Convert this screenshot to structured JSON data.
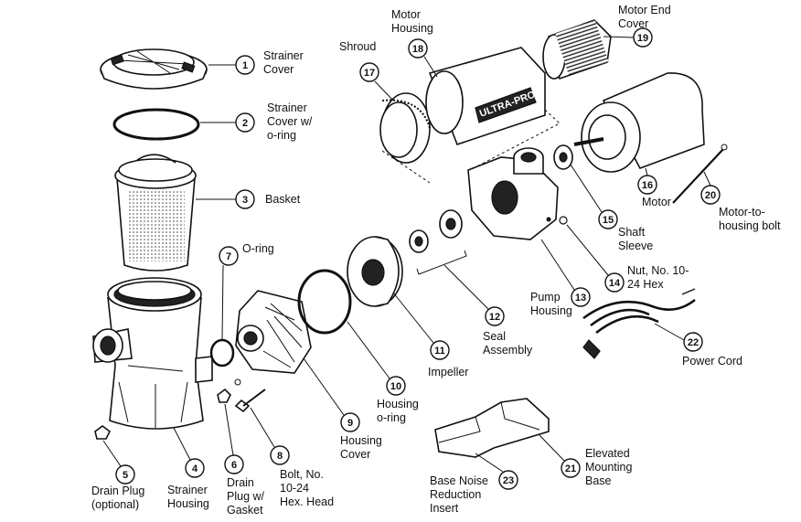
{
  "parts": [
    {
      "id": "1",
      "label": [
        "Strainer",
        "Cover"
      ]
    },
    {
      "id": "2",
      "label": [
        "Strainer",
        "Cover w/",
        "o-ring"
      ]
    },
    {
      "id": "3",
      "label": [
        "Basket"
      ]
    },
    {
      "id": "4",
      "label": [
        "Strainer",
        "Housing"
      ]
    },
    {
      "id": "5",
      "label": [
        "Drain Plug",
        "(optional)"
      ]
    },
    {
      "id": "6",
      "label": [
        "Drain",
        "Plug w/",
        "Gasket"
      ]
    },
    {
      "id": "7",
      "label": [
        "O-ring"
      ]
    },
    {
      "id": "8",
      "label": [
        "Bolt, No.",
        "10-24",
        "Hex. Head"
      ]
    },
    {
      "id": "9",
      "label": [
        "Housing",
        "Cover"
      ]
    },
    {
      "id": "10",
      "label": [
        "Housing",
        "o-ring"
      ]
    },
    {
      "id": "11",
      "label": [
        "Impeller"
      ]
    },
    {
      "id": "12",
      "label": [
        "Seal",
        "Assembly"
      ]
    },
    {
      "id": "13",
      "label": [
        "Pump",
        "Housing"
      ]
    },
    {
      "id": "14",
      "label": [
        "Nut, No. 10-",
        "24 Hex"
      ]
    },
    {
      "id": "15",
      "label": [
        "Shaft",
        "Sleeve"
      ]
    },
    {
      "id": "16",
      "label": [
        "Motor"
      ]
    },
    {
      "id": "17",
      "label": [
        "Shroud"
      ]
    },
    {
      "id": "18",
      "label": [
        "Motor",
        "Housing"
      ]
    },
    {
      "id": "19",
      "label": [
        "Motor End",
        "Cover"
      ]
    },
    {
      "id": "20",
      "label": [
        "Motor-to-",
        "housing bolt"
      ]
    },
    {
      "id": "21",
      "label": [
        "Elevated",
        "Mounting",
        "Base"
      ]
    },
    {
      "id": "22",
      "label": [
        "Power Cord"
      ]
    },
    {
      "id": "23",
      "label": [
        "Base Noise",
        "Reduction",
        "Insert"
      ]
    }
  ],
  "brand_mark": "ULTRA-PRO"
}
